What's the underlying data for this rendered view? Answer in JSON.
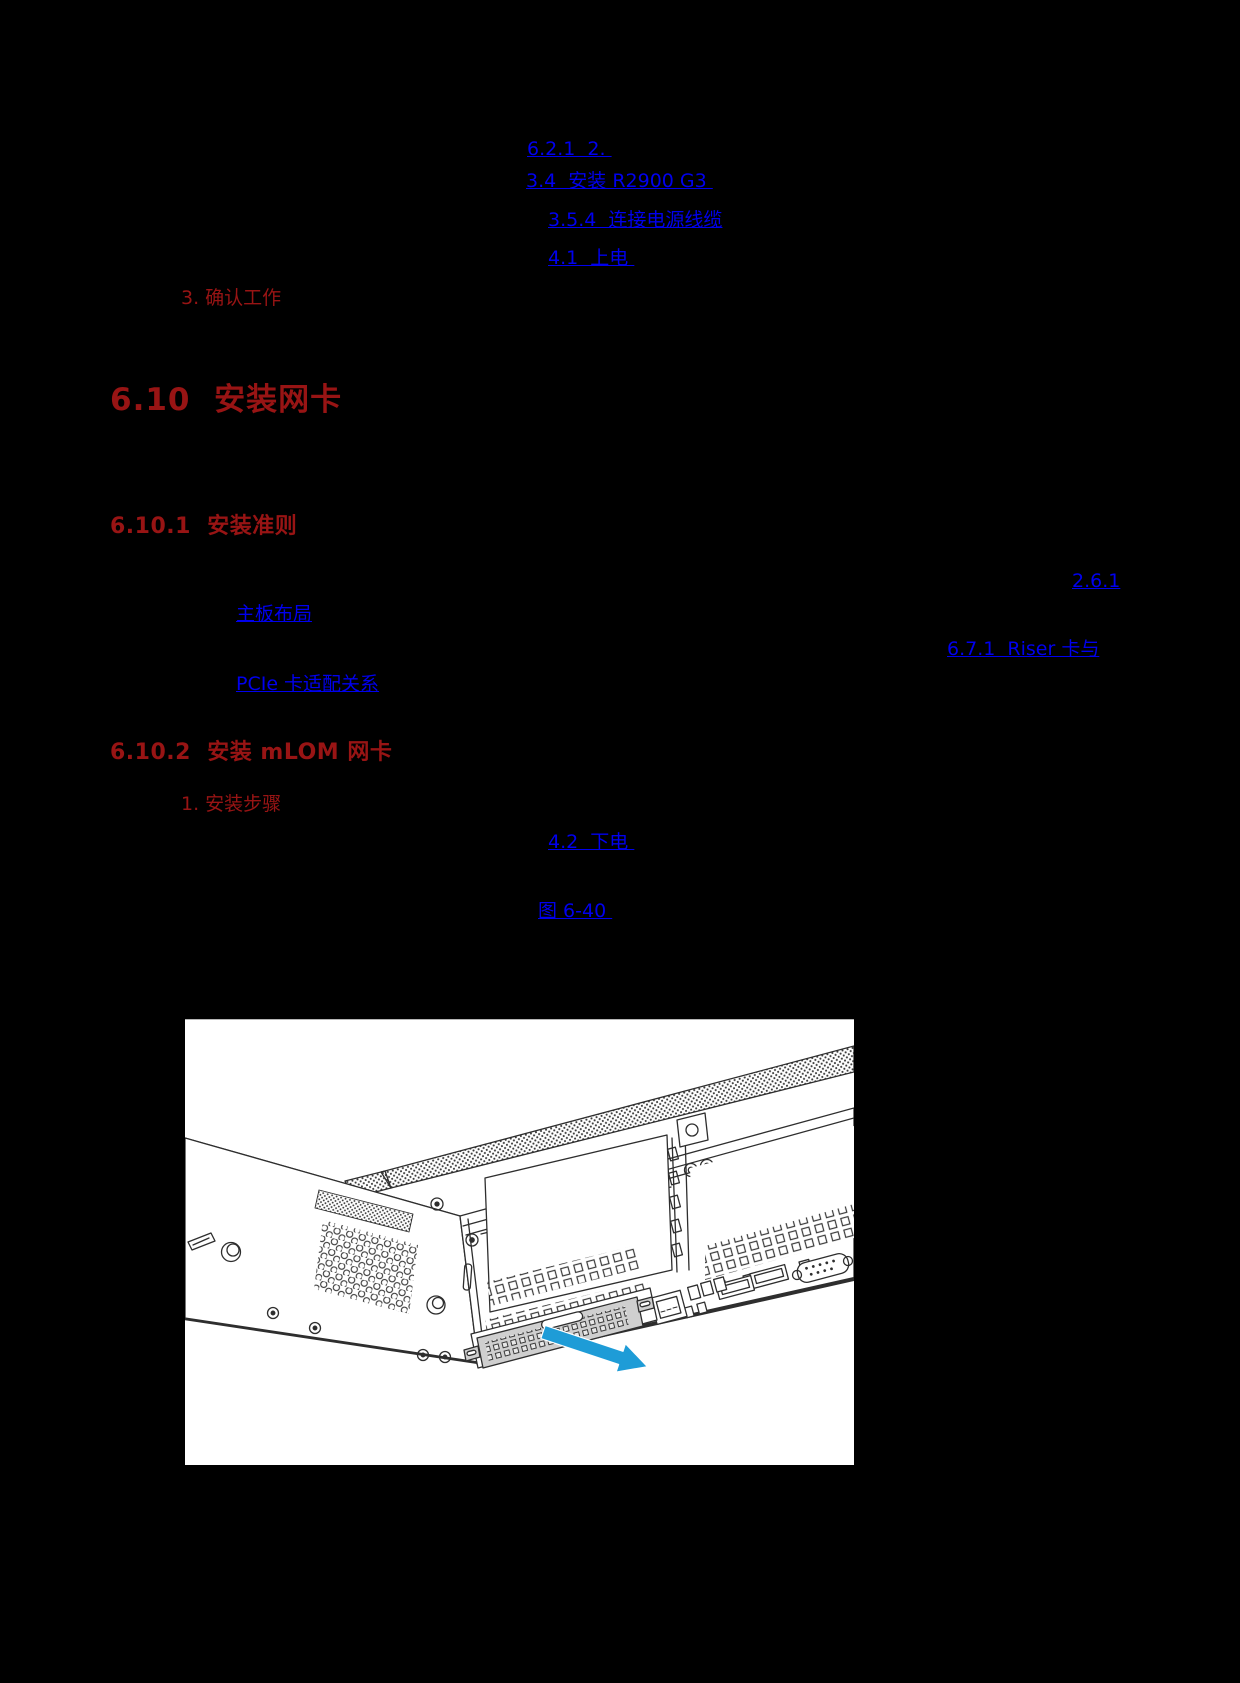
{
  "colors": {
    "background": "#000000",
    "link": "#0000EE",
    "heading_red": "#981414",
    "arrow_blue": "#1E9CD7",
    "card_gray": "#CFCFCF",
    "figure_background": "#FFFFFF"
  },
  "links": [
    {
      "label": "6.2.1  2. "
    },
    {
      "label": "3.4  安装 R2900 G3 "
    },
    {
      "label": "3.5.4  连接电源线缆"
    },
    {
      "label": "4.1  上电 "
    },
    {
      "label": "2.6.1"
    },
    {
      "label": "主板布局"
    },
    {
      "label": "6.7.1  Riser 卡与"
    },
    {
      "label": "PCIe 卡适配关系"
    },
    {
      "label": "4.2  下电 "
    },
    {
      "label": "图 6-40 "
    }
  ],
  "headings": {
    "section": "6.10  安装网卡",
    "sub1": "6.10.1  安装准则",
    "sub2": "6.10.2  安装 mLOM 网卡"
  },
  "list_items": {
    "confirm": "3. 确认工作",
    "steps": "1. 安装步骤"
  },
  "figure": {
    "name": "server-rear-mlom-card-drawing",
    "arrow_color": "#1E9CD7"
  }
}
